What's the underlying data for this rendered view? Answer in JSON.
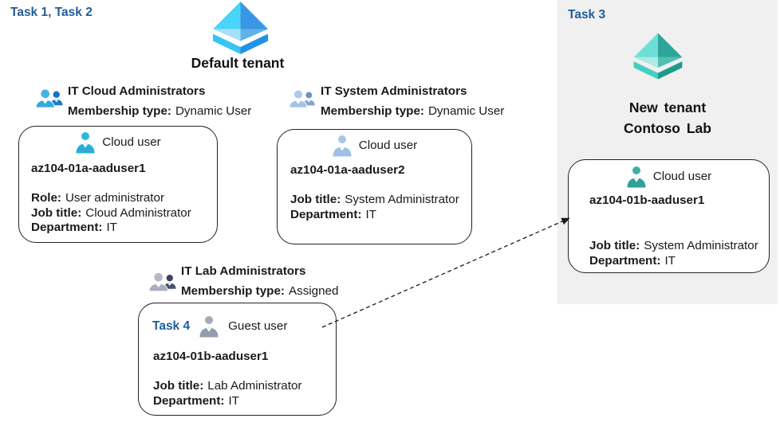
{
  "left": {
    "task_label": "Task 1, Task 2",
    "tenant_title": "Default tenant"
  },
  "right": {
    "task_label": "Task 3",
    "tenant_title_line1": "New tenant",
    "tenant_title_line2": "Contoso Lab"
  },
  "groups": [
    {
      "name": "IT Cloud Administrators",
      "membership_label": "Membership type:",
      "membership_value": "Dynamic User"
    },
    {
      "name": "IT System Administrators",
      "membership_label": "Membership type:",
      "membership_value": "Dynamic User"
    },
    {
      "name": "IT Lab Administrators",
      "membership_label": "Membership type:",
      "membership_value": "Assigned"
    }
  ],
  "cards": [
    {
      "user_type": "Cloud user",
      "name": "az104-01a-aaduser1",
      "fields": [
        {
          "label": "Role:",
          "value": "User administrator"
        },
        {
          "label": "Job title:",
          "value": "Cloud Administrator"
        },
        {
          "label": "Department:",
          "value": "IT"
        }
      ]
    },
    {
      "user_type": "Cloud user",
      "name": "az104-01a-aaduser2",
      "fields": [
        {
          "label": "Job title:",
          "value": "System Administrator"
        },
        {
          "label": "Department:",
          "value": "IT"
        }
      ]
    },
    {
      "task_label": "Task 4",
      "user_type": "Guest user",
      "name": "az104-01b-aaduser1",
      "fields": [
        {
          "label": "Job title:",
          "value": "Lab Administrator"
        },
        {
          "label": "Department:",
          "value": "IT"
        }
      ]
    },
    {
      "user_type": "Cloud user",
      "name": "az104-01b-aaduser1",
      "fields": [
        {
          "label": "Job title:",
          "value": "System Administrator"
        },
        {
          "label": "Department:",
          "value": "IT"
        }
      ]
    }
  ],
  "arrow": {
    "style": "dashed",
    "from": "guest-user-card",
    "to": "new-tenant-cloud-user-card"
  },
  "icons": {
    "default_tenant": "azure-ad-directory-icon-blue",
    "new_tenant": "azure-ad-directory-icon-teal",
    "group": "user-group-icon",
    "user": "person-icon"
  },
  "colors": {
    "task_label_blue": "#1f5c99",
    "panel_background": "#f0f0f1",
    "card_border": "#222222",
    "text": "#1a1a1a",
    "tenant_blue": [
      "#49d4f9",
      "#3a97e5",
      "#a6e0f7",
      "#62b2ea",
      "#37c5f3",
      "#1f93e6"
    ],
    "tenant_teal": [
      "#6edfd6",
      "#2da699",
      "#aee9e4",
      "#52bfb4",
      "#45cfc2",
      "#1f9a8d"
    ],
    "cloud_user_cyan": "#2eb7dd",
    "cloud_user_lightblue": "#a8c6e8",
    "guest_user_gray": "#9aa1b0",
    "cloud_user_teal": "#35a89f"
  }
}
